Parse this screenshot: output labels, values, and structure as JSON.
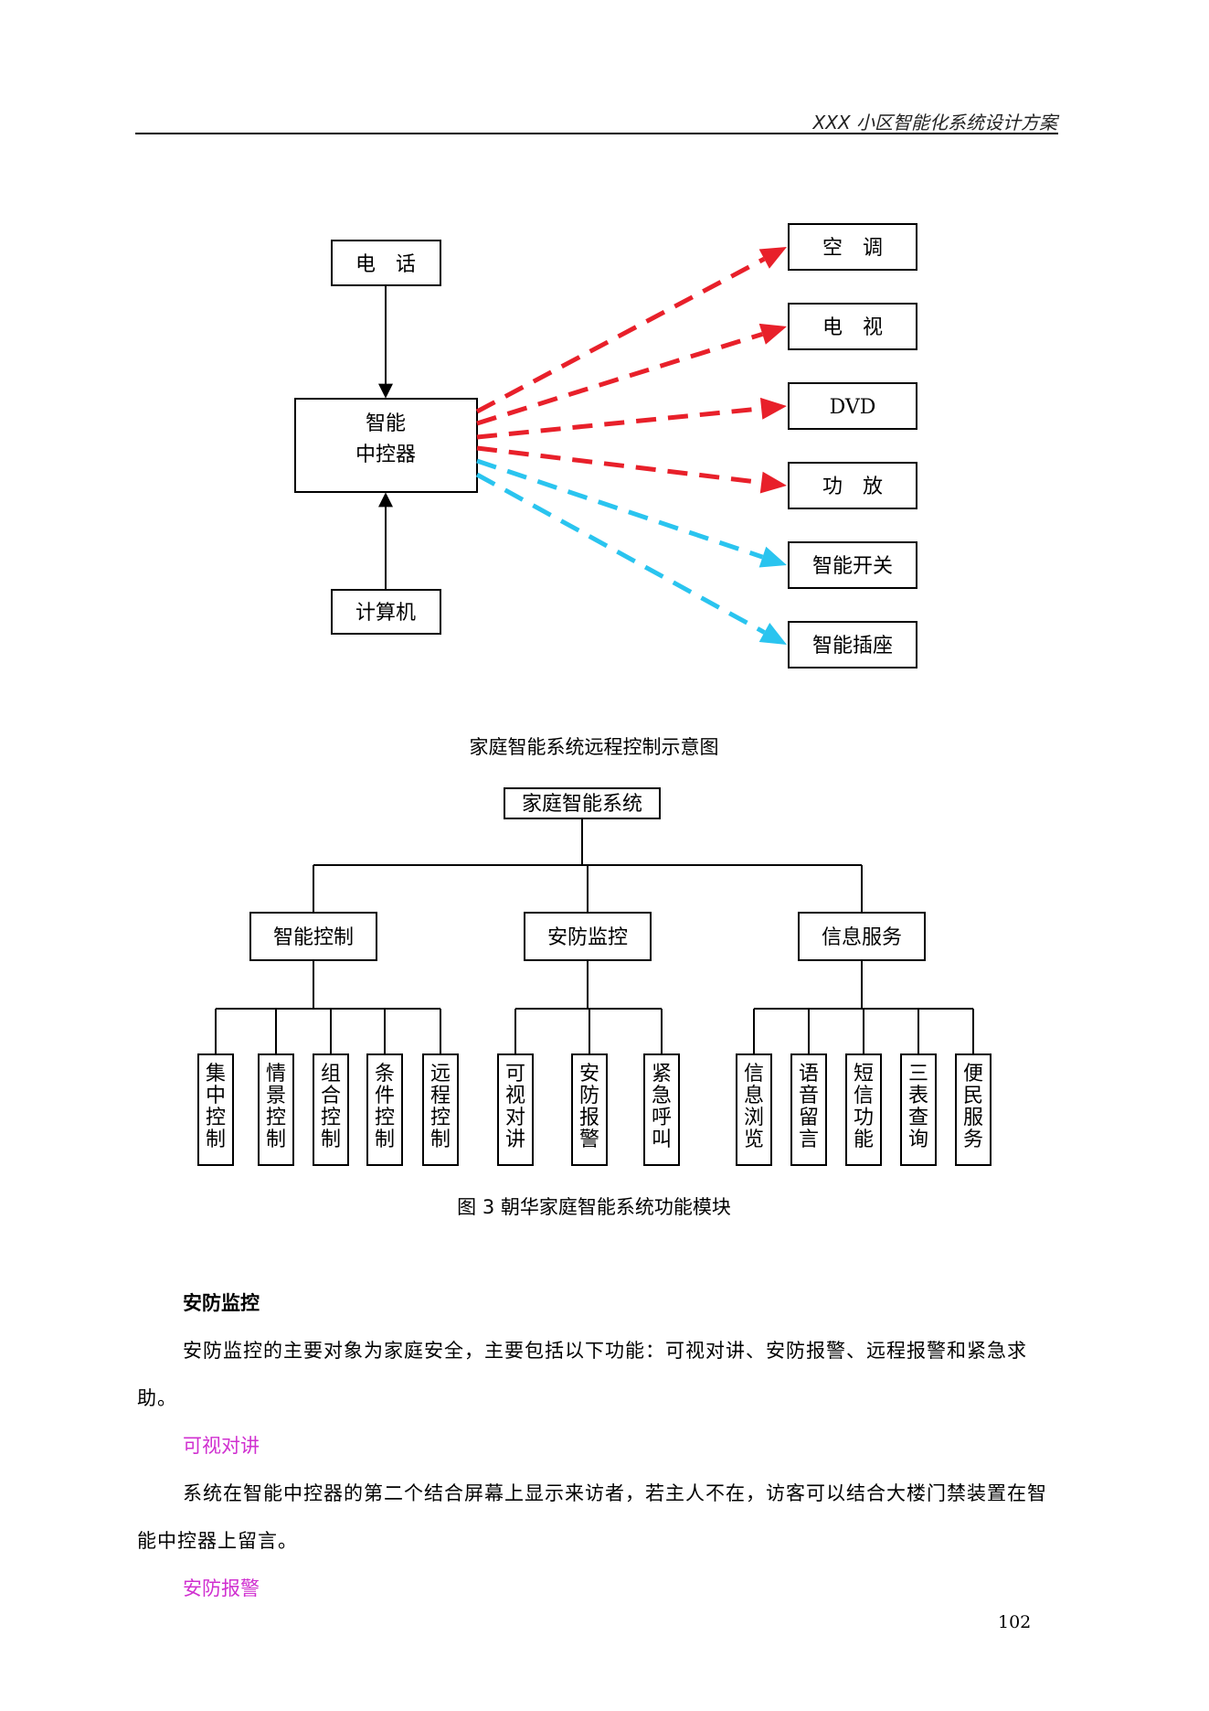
{
  "header": {
    "title": "XXX 小区智能化系统设计方案"
  },
  "figure1": {
    "source_top": "电　话",
    "controller_line1": "智能",
    "controller_line2": "中控器",
    "source_bottom": "计算机",
    "devices": [
      "空　调",
      "电　视",
      "DVD",
      "功　放",
      "智能开关",
      "智能插座"
    ],
    "wireless_color": "#e8202a",
    "wired_color": "#2ac4ef",
    "caption": "家庭智能系统远程控制示意图"
  },
  "figure2": {
    "root": "家庭智能系统",
    "branches": [
      {
        "label": "智能控制",
        "leaves": [
          "集中控制",
          "情景控制",
          "组合控制",
          "条件控制",
          "远程控制"
        ]
      },
      {
        "label": "安防监控",
        "leaves": [
          "可视对讲",
          "安防报警",
          "紧急呼叫"
        ]
      },
      {
        "label": "信息服务",
        "leaves": [
          "信息浏览",
          "语音留言",
          "短信功能",
          "三表查询",
          "便民服务"
        ]
      }
    ],
    "caption": "图 3  朝华家庭智能系统功能模块"
  },
  "body": {
    "section_title": "安防监控",
    "intro": "安防监控的主要对象为家庭安全，主要包括以下功能：可视对讲、安防报警、远程报警和紧急求助。",
    "sub1_title": "可视对讲",
    "sub1_text": "系统在智能中控器的第二个结合屏幕上显示来访者，若主人不在，访客可以结合大楼门禁装置在智能中控器上留言。",
    "sub2_title": "安防报警"
  },
  "page_number": "102"
}
